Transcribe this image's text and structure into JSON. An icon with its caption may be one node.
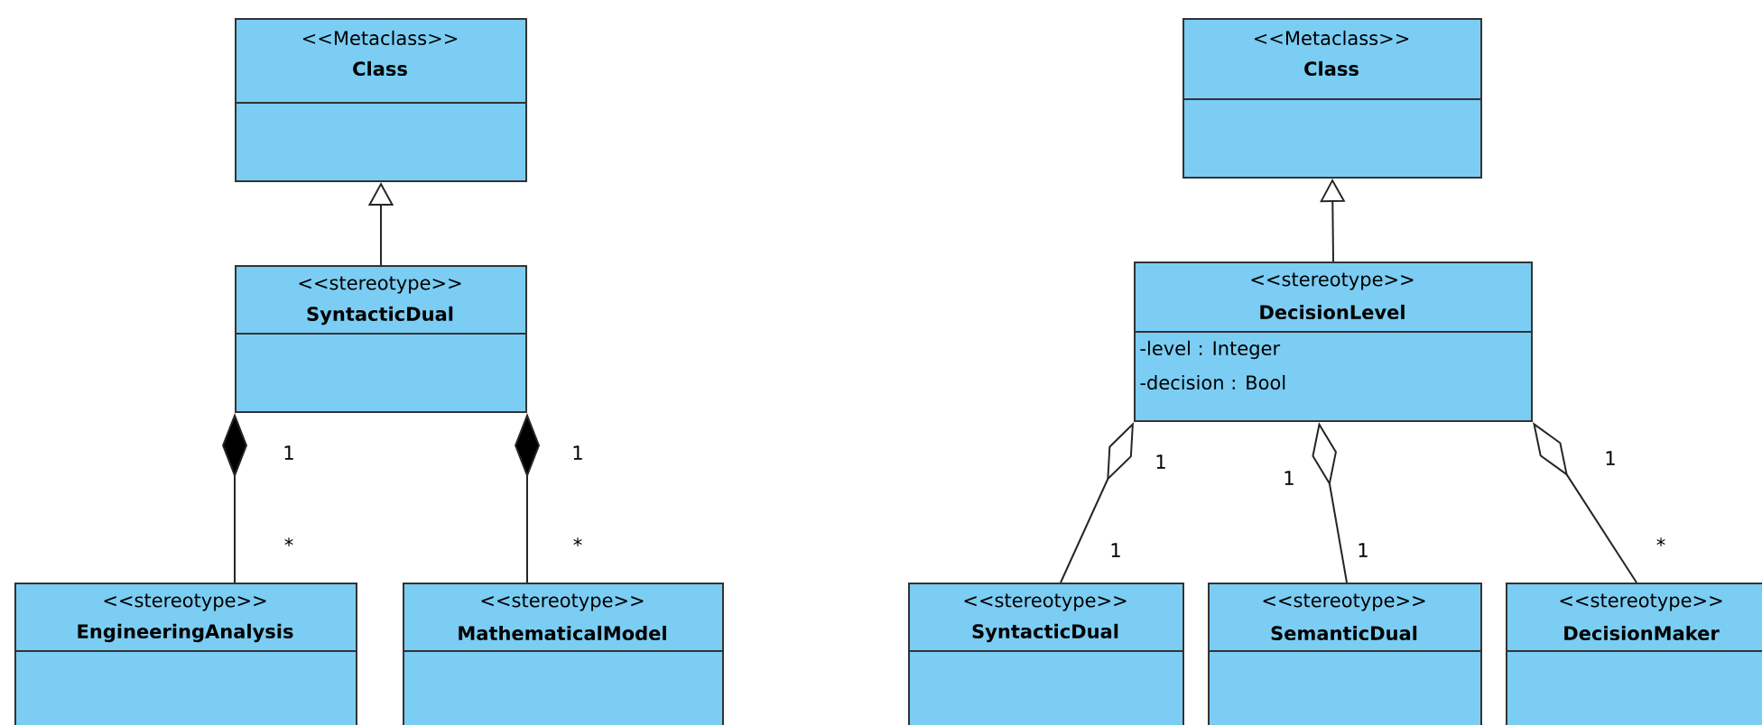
{
  "diagram": {
    "nodes": [
      {
        "text": [
          "<<Metaclass>>",
          "Class"
        ]
      },
      {
        "text": [
          "<<stereotype>>",
          "SyntacticDual"
        ]
      },
      {
        "text": [
          "<<stereotype>>",
          "EngineeringAnalysis"
        ]
      },
      {
        "text": [
          "<<stereotype>>",
          "MathematicalModel"
        ]
      },
      {
        "text": [
          "<<Metaclass>>",
          "Class"
        ]
      },
      {
        "text": [
          "<<stereotype>>",
          "DecisionLevel",
          "-level : Integer",
          "-decision : Bool"
        ]
      },
      {
        "text": [
          "<<stereotype>>",
          "SyntacticDual"
        ]
      },
      {
        "text": [
          "<<stereotype>>",
          "SemanticDual"
        ]
      },
      {
        "text": [
          "<<stereotype>>",
          "DecisionMaker"
        ]
      }
    ],
    "edges": [
      {
        "from": 1,
        "to": 0,
        "arrow": "to"
      },
      {
        "from": 1,
        "to": 2,
        "arrow": "other"
      },
      {
        "from": 1,
        "to": 3,
        "arrow": "other"
      },
      {
        "from": 5,
        "to": 4,
        "arrow": "to"
      },
      {
        "from": 5,
        "to": 6,
        "arrow": "other"
      },
      {
        "from": 5,
        "to": 7,
        "arrow": "other"
      },
      {
        "from": 5,
        "to": 8,
        "arrow": "other"
      }
    ],
    "labels": [
      "1",
      "1",
      "*",
      "*",
      "1",
      "1",
      "1",
      "1",
      "1",
      "*"
    ]
  }
}
